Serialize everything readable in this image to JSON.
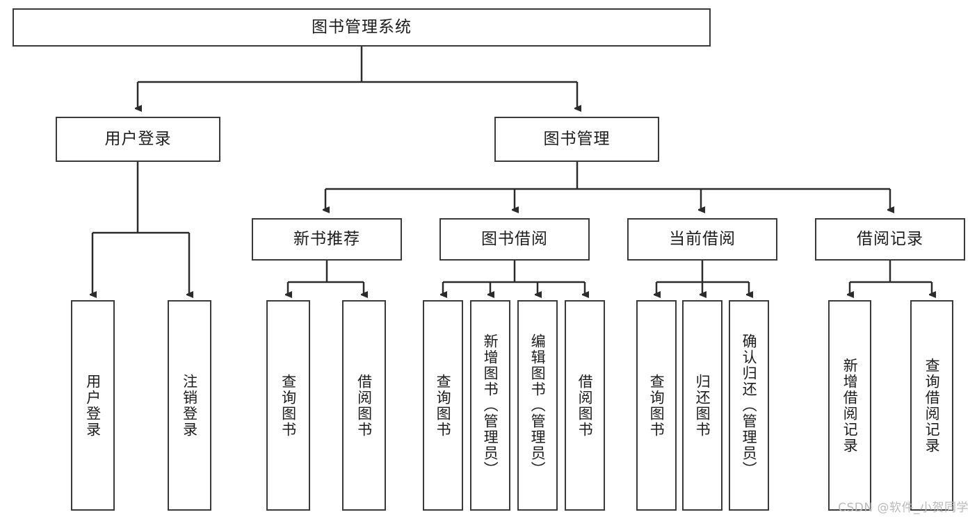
{
  "diagram": {
    "title": "图书管理系统",
    "type": "tree-hierarchy",
    "watermark": "CSDN @软件_小贺同学",
    "root": {
      "label": "图书管理系统"
    },
    "level2": [
      {
        "label": "用户登录"
      },
      {
        "label": "图书管理"
      }
    ],
    "level3": [
      {
        "label": "新书推荐"
      },
      {
        "label": "图书借阅"
      },
      {
        "label": "当前借阅"
      },
      {
        "label": "借阅记录"
      }
    ],
    "leaves": {
      "user_login": [
        {
          "label": "用户登录"
        },
        {
          "label": "注销登录"
        }
      ],
      "new_book_recommend": [
        {
          "label": "查询图书"
        },
        {
          "label": "借阅图书"
        }
      ],
      "book_borrow": [
        {
          "label": "查询图书"
        },
        {
          "label": "新增图书（管理员）"
        },
        {
          "label": "编辑图书（管理员）"
        },
        {
          "label": "借阅图书"
        }
      ],
      "current_borrow": [
        {
          "label": "查询图书"
        },
        {
          "label": "归还图书"
        },
        {
          "label": "确认归还（管理员）"
        }
      ],
      "borrow_record": [
        {
          "label": "新增借阅记录"
        },
        {
          "label": "查询借阅记录"
        }
      ]
    }
  },
  "colors": {
    "stroke": "#3a3a3a",
    "text": "#1c1c1c",
    "background": "#ffffff",
    "watermark": "#b9b9b9"
  }
}
